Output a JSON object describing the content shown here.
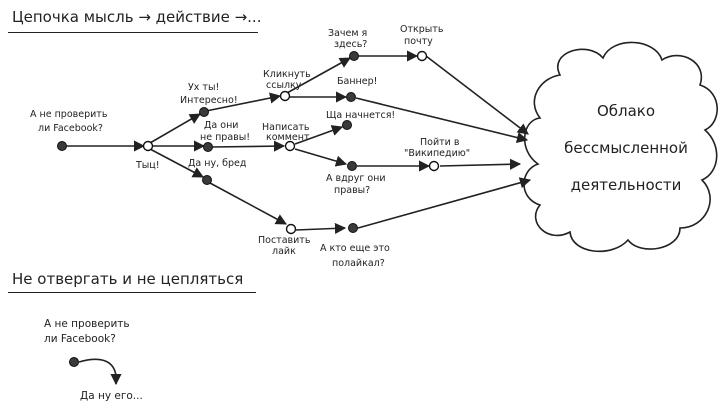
{
  "top_heading": "Цепочка мысль → действие →...",
  "bottom_heading": "Не отвергать и не цепляться",
  "diagram": {
    "start_label": [
      "А не проверить",
      "ли Facebook?"
    ],
    "tap_label": "Тыц!",
    "branch1": [
      "Ух ты!",
      "Интересно!"
    ],
    "branch2": [
      "Да они",
      "не правы!"
    ],
    "branch3": "Да ну, бред",
    "click_link": [
      "Кликнуть",
      "ссылку"
    ],
    "why_here": [
      "Зачем я",
      "здесь?"
    ],
    "open_mail": [
      "Открыть",
      "почту"
    ],
    "banner": "Баннер!",
    "write_comment": [
      "Написать",
      "коммент"
    ],
    "will_start": "Ща начнется!",
    "what_if": [
      "А вдруг они",
      "правы?"
    ],
    "go_wiki": [
      "Пойти в",
      "\"Википедию\""
    ],
    "put_like": [
      "Поставить",
      "лайк"
    ],
    "who_else": [
      "А кто еще   это",
      "полайкал?"
    ],
    "cloud": [
      "Облако",
      "бессмысленной",
      "деятельности"
    ]
  },
  "example": {
    "question": [
      "А не проверить",
      "ли Facebook?"
    ],
    "answer": "Да ну его..."
  }
}
